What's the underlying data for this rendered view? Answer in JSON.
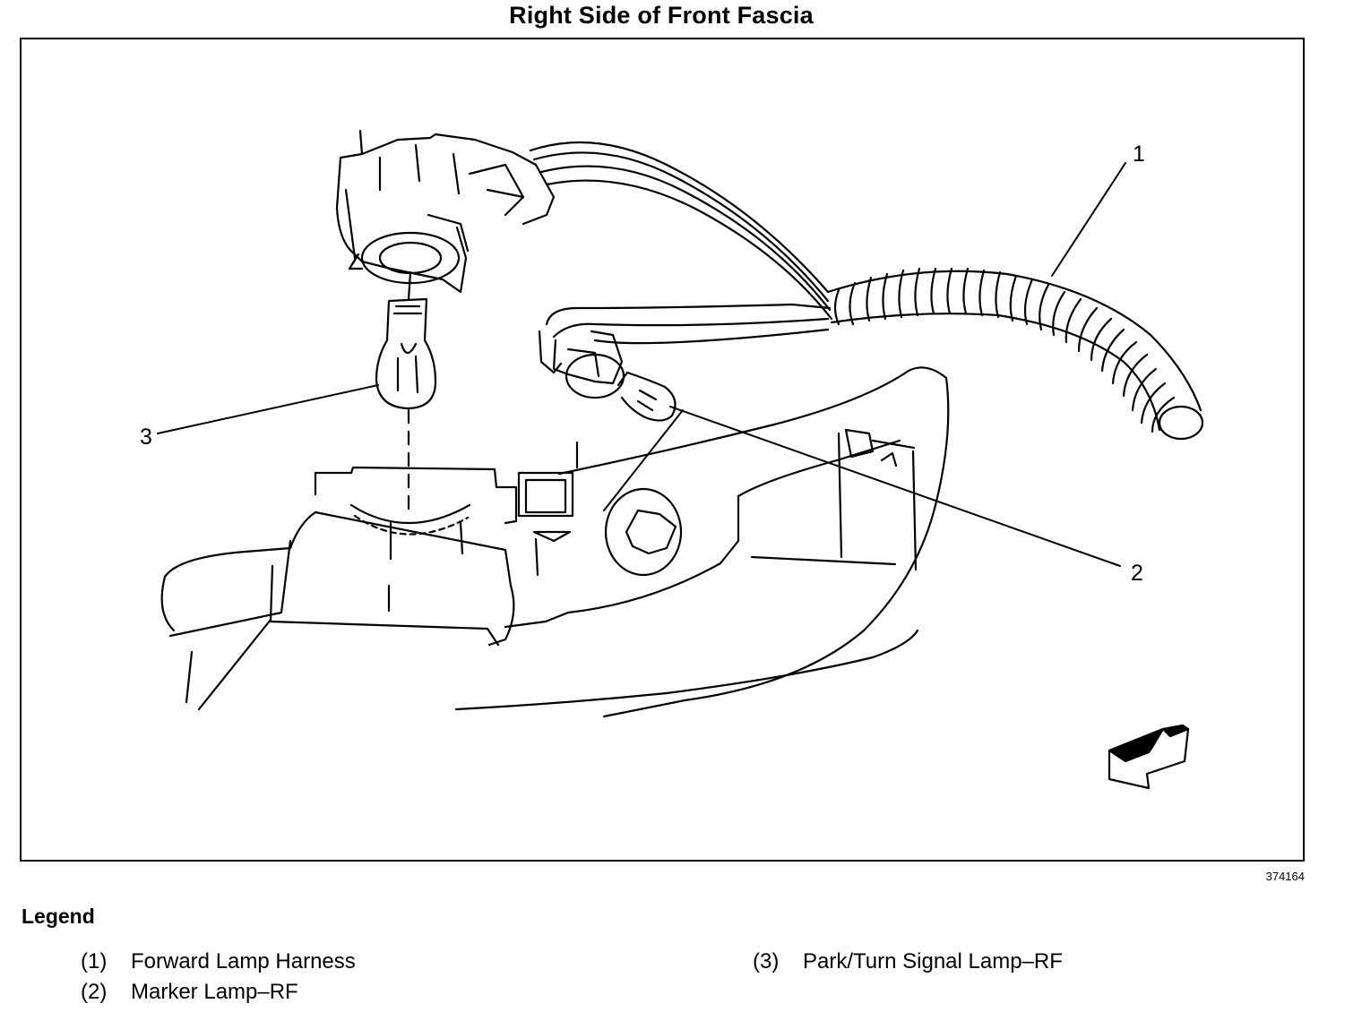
{
  "title": "Right Side of Front Fascia",
  "figure_id": "374164",
  "callouts": {
    "c1": "1",
    "c2": "2",
    "c3": "3"
  },
  "legend": {
    "heading": "Legend",
    "items": [
      {
        "num": "(1)",
        "label": "Forward Lamp Harness"
      },
      {
        "num": "(2)",
        "label": "Marker Lamp–RF"
      },
      {
        "num": "(3)",
        "label": "Park/Turn Signal Lamp–RF"
      }
    ]
  },
  "icons": [
    "direction-arrow-icon"
  ]
}
